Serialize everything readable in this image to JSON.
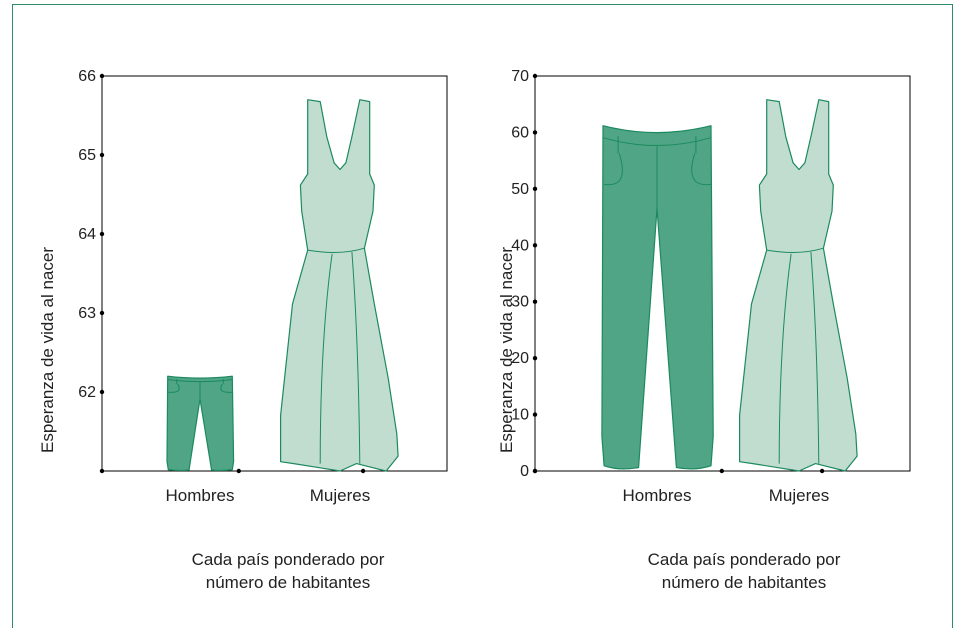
{
  "colors": {
    "men": "#4fa585",
    "women": "#c1ddd0",
    "stroke": "#1c8a5e",
    "frame": "#2f8a66"
  },
  "chart_data": [
    {
      "type": "bar",
      "categories": [
        "Hombres",
        "Mujeres"
      ],
      "values": [
        62.2,
        65.7
      ],
      "ylabel": "Esperanza de vida al nacer",
      "ylim": [
        61,
        66
      ],
      "yticks": [
        62,
        63,
        64,
        65,
        66
      ],
      "caption": [
        "Cada país ponderado por",
        "número de habitantes"
      ]
    },
    {
      "type": "bar",
      "categories": [
        "Hombres",
        "Mujeres"
      ],
      "values": [
        61.2,
        65.8
      ],
      "ylabel": "Esperanza de vida al nacer",
      "ylim": [
        0,
        70
      ],
      "yticks": [
        0,
        10,
        20,
        30,
        40,
        50,
        60,
        70
      ],
      "caption": [
        "Cada país ponderado por",
        "número de habitantes"
      ]
    }
  ]
}
